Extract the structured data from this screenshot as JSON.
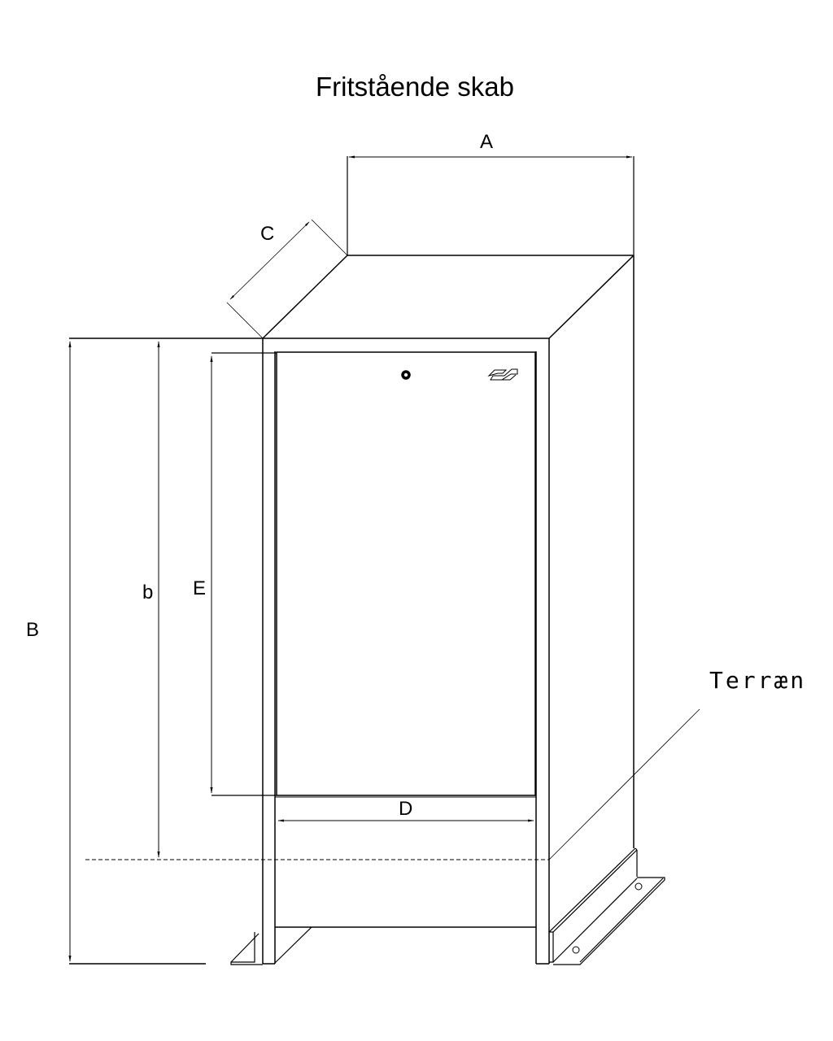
{
  "title": "Fritstående skab",
  "dimensions": {
    "A": "A",
    "B": "B",
    "b": "b",
    "C": "C",
    "D": "D",
    "E": "E"
  },
  "annotations": {
    "ground": "Terræn"
  },
  "symbols": {
    "lock": "lock-icon",
    "logo": "company-logo"
  },
  "colors": {
    "line": "#000000",
    "background": "#ffffff"
  }
}
